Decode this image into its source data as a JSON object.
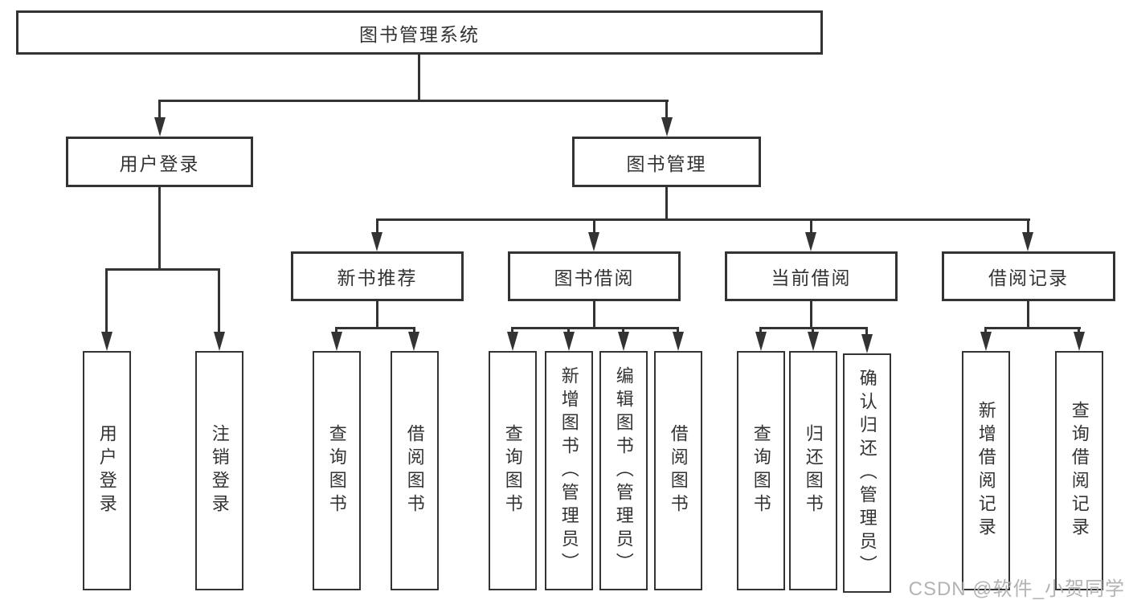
{
  "diagram": {
    "root_label": "图书管理系统",
    "level2": [
      {
        "label": "用户登录"
      },
      {
        "label": "图书管理"
      }
    ],
    "user_children": [
      "用户登录",
      "注销登录"
    ],
    "groups": [
      {
        "label": "新书推荐",
        "children": [
          "查询图书",
          "借阅图书"
        ]
      },
      {
        "label": "图书借阅",
        "children": [
          "查询图书",
          "新增图书（管理员）",
          "编辑图书（管理员）",
          "借阅图书"
        ]
      },
      {
        "label": "当前借阅",
        "children": [
          "查询图书",
          "归还图书",
          "确认归还（管理员）"
        ]
      },
      {
        "label": "借阅记录",
        "children": [
          "新增借阅记录",
          "查询借阅记录"
        ]
      }
    ],
    "watermark": "CSDN @软件_小贺同学"
  }
}
